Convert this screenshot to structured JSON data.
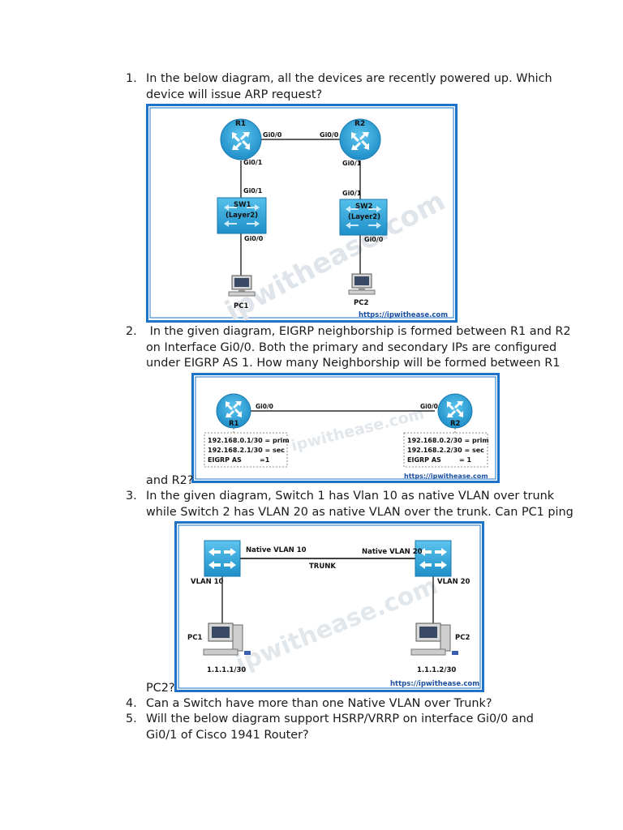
{
  "questions": [
    {
      "number": "1.",
      "lines": [
        "In the below diagram, all the devices are recently powered up. Which",
        "device will issue ARP request?"
      ]
    },
    {
      "number": "2.",
      "lines": [
        " In the given diagram, EIGRP neighborship is formed between R1 and R2",
        "on Interface Gi0/0. Both the primary and secondary IPs are configured",
        "under EIGRP AS 1. How many Neighborship will be formed between R1"
      ],
      "tail": "and R2?"
    },
    {
      "number": "3.",
      "lines": [
        "In the given diagram, Switch 1 has Vlan 10 as native VLAN over trunk",
        "while Switch 2 has VLAN 20 as native VLAN over the trunk. Can PC1 ping"
      ],
      "tail": "PC2?"
    },
    {
      "number": "4.",
      "lines": [
        "Can a Switch have more than one Native VLAN over Trunk?"
      ]
    },
    {
      "number": "5.",
      "lines": [
        "Will the below diagram support HSRP/VRRP on interface Gi0/0 and",
        "Gi0/1 of Cisco 1941 Router?"
      ]
    }
  ],
  "diagram1": {
    "r1": "R1",
    "r2": "R2",
    "r1_gi00": "Gi0/0",
    "r2_gi00": "Gi0/0",
    "r1_gi01": "Gi0/1",
    "r2_gi01": "Gi0/1",
    "sw1_gi01": "Gi0/1",
    "sw2_gi01": "Gi0/1",
    "sw1_line1": "SW1",
    "sw1_line2": "(Layer2)",
    "sw2_line1": "SW2",
    "sw2_line2": "(Layer2)",
    "sw1_gi00": "Gi0/0",
    "sw2_gi00": "Gi0/0",
    "pc1": "PC1",
    "pc2": "PC2",
    "url": "https://ipwithease.com",
    "watermark": "ipwithease.com"
  },
  "diagram2": {
    "r1": "R1",
    "r2": "R2",
    "r1_if": "Gi0/0",
    "r2_if": "Gi0/0",
    "r1_cfg": [
      "192.168.0.1/30 = prim",
      "192.168.2.1/30 = sec",
      "EIGRP AS        =1"
    ],
    "r2_cfg": [
      "192.168.0.2/30 = prim",
      "192.168.2.2/30 = sec",
      "EIGRP AS        = 1"
    ],
    "url": "https://ipwithease.com",
    "watermark": "ipwithease.com"
  },
  "diagram3": {
    "native1": "Native VLAN 10",
    "native2": "Native VLAN 20",
    "trunk": "TRUNK",
    "vlan1": "VLAN 10",
    "vlan2": "VLAN 20",
    "pc1": "PC1",
    "pc2": "PC2",
    "ip1": "1.1.1.1/30",
    "ip2": "1.1.1.2/30",
    "url": "https://ipwithease.com",
    "watermark": "ipwithease.com"
  },
  "colors": {
    "frame_blue": "#1e73c8",
    "router_blue": "#2ea3d8",
    "url_blue": "#1a4fa0"
  }
}
